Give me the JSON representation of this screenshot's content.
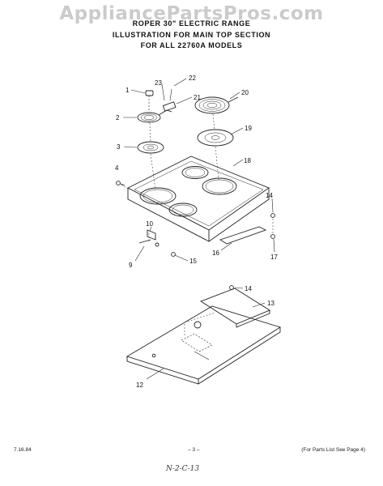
{
  "watermark": "AppliancePartsPros.com",
  "title": {
    "line1": "ROPER 30\" ELECTRIC RANGE",
    "line2": "ILLUSTRATION FOR MAIN TOP SECTION",
    "line3": "FOR ALL 22760A MODELS"
  },
  "callouts": [
    "1",
    "2",
    "3",
    "4",
    "9",
    "10",
    "12",
    "13",
    "14",
    "14",
    "15",
    "16",
    "17",
    "18",
    "19",
    "20",
    "21",
    "22",
    "23"
  ],
  "footer": {
    "date": "7.16.84",
    "page": "– 3 –",
    "note": "(For Parts List See Page 4)"
  },
  "signature": "N-2-C-13"
}
